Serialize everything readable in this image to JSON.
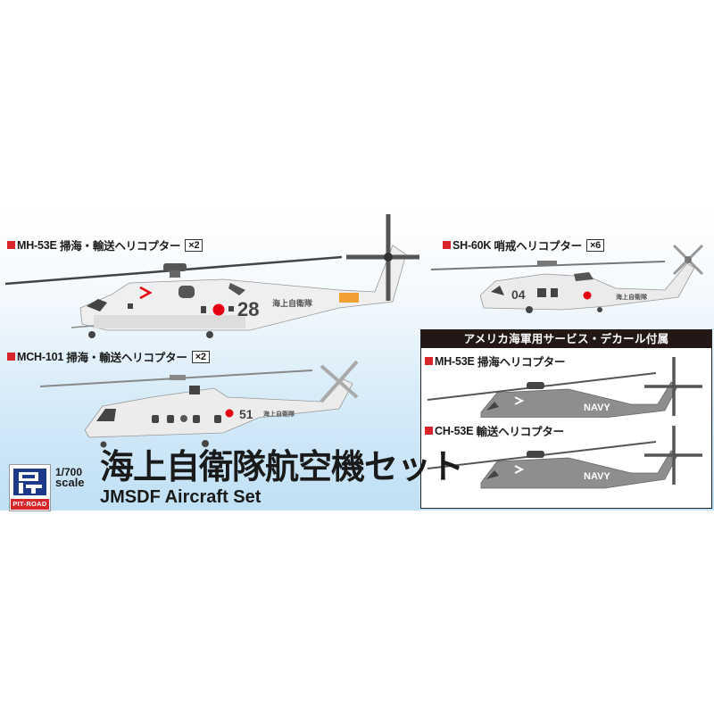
{
  "banner": {
    "colors": {
      "accent_red": "#d9252a",
      "bg_blue": "#bfe0f5",
      "navy_header": "#231815",
      "hinomaru": "#e60012",
      "jmsdf_gray": "#e8e8e8",
      "usn_gray": "#8e8e8e",
      "orange_marking": "#f0a030"
    },
    "items": [
      {
        "model": "MH-53E",
        "role": "掃海・輸送ヘリコプター",
        "qty": "×2",
        "number": "28",
        "marking": "海上自衛隊"
      },
      {
        "model": "SH-60K",
        "role": "哨戒ヘリコプター",
        "qty": "×6",
        "number": "04",
        "marking": "海上自衛隊"
      },
      {
        "model": "MCH-101",
        "role": "掃海・輸送ヘリコプター",
        "qty": "×2",
        "number": "51",
        "marking": "海上自衛隊"
      }
    ],
    "navy_box": {
      "header": "アメリカ海軍用サービス・デカール付属",
      "items": [
        {
          "model": "MH-53E",
          "role": "掃海ヘリコプター",
          "marking": "NAVY"
        },
        {
          "model": "CH-53E",
          "role": "輸送ヘリコプター",
          "marking": "NAVY"
        }
      ]
    },
    "logo": {
      "brand": "PIT-ROAD"
    },
    "scale": {
      "ratio": "1/700",
      "word": "scale"
    },
    "title_jp": "海上自衛隊航空機セット",
    "title_en": "JMSDF Aircraft Set"
  }
}
